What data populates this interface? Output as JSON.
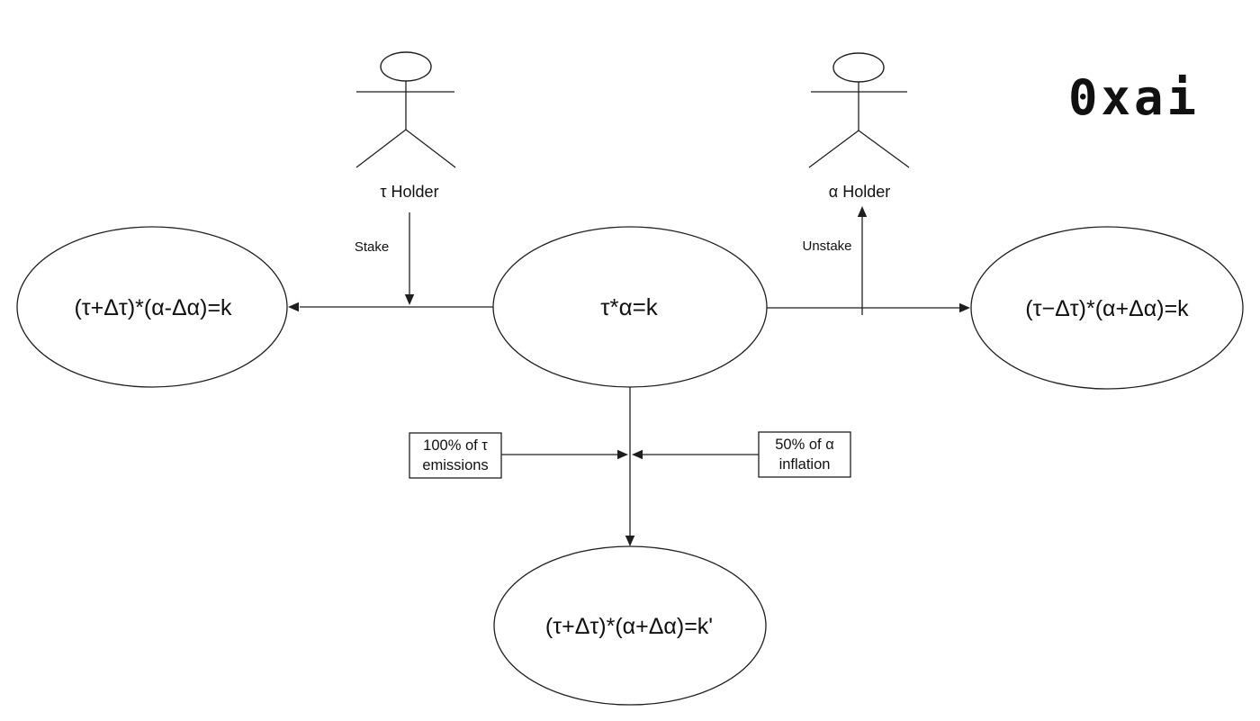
{
  "page": {
    "background": "#ffffff",
    "line_color": "#1f1f1f",
    "text_color": "#111111"
  },
  "logo": {
    "text": "0xai"
  },
  "diagram": {
    "nodes": {
      "left": {
        "formula": "(τ+Δτ)*(α-Δα)=k"
      },
      "center": {
        "formula": "τ*α=k"
      },
      "right": {
        "formula": "(τ−Δτ)*(α+Δα)=k"
      },
      "bottom": {
        "formula": "(τ+Δτ)*(α+Δα)=k'"
      }
    },
    "actors": {
      "tau": {
        "label": "τ Holder"
      },
      "alpha": {
        "label": "α Holder"
      }
    },
    "arrows": {
      "stake": {
        "label": "Stake"
      },
      "unstake": {
        "label": "Unstake"
      }
    },
    "callouts": {
      "tau_emissions": {
        "line1": "100% of τ",
        "line2": "emissions"
      },
      "alpha_inflation": {
        "line1": "50% of α",
        "line2": "inflation"
      }
    }
  }
}
